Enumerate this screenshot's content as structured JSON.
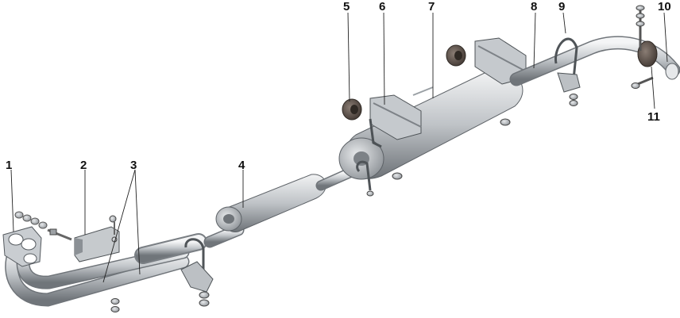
{
  "callouts": [
    {
      "id": "1",
      "text": "1"
    },
    {
      "id": "2",
      "text": "2"
    },
    {
      "id": "3",
      "text": "3"
    },
    {
      "id": "4",
      "text": "4"
    },
    {
      "id": "5",
      "text": "5"
    },
    {
      "id": "6",
      "text": "6"
    },
    {
      "id": "7",
      "text": "7"
    },
    {
      "id": "8",
      "text": "8"
    },
    {
      "id": "9",
      "text": "9"
    },
    {
      "id": "10",
      "text": "10"
    },
    {
      "id": "11",
      "text": "11"
    }
  ],
  "colors": {
    "metal_light": "#e6e8ea",
    "metal_mid": "#b9bdc1",
    "metal_dark": "#7d8287",
    "rubber": "#5a4f48",
    "label": "#111111"
  }
}
